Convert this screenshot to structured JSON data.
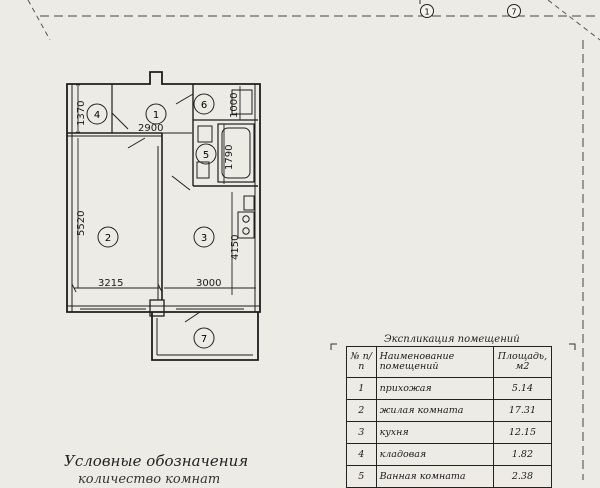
{
  "axes": {
    "axis_1": "1",
    "axis_2": "7"
  },
  "plan": {
    "dimensions": {
      "d1370": "1370",
      "d2900": "2900",
      "d1000": "1000",
      "d1790": "1790",
      "d5520": "5520",
      "d4150": "4150",
      "d3215": "3215",
      "d3000": "3000"
    },
    "room_markers": [
      "1",
      "2",
      "3",
      "4",
      "5",
      "6",
      "7"
    ]
  },
  "explication": {
    "title": "Экспликация помещений",
    "headers": {
      "no": "№ п/п",
      "name": "Наименование помещений",
      "area": "Площадь, м2"
    },
    "rows": [
      {
        "no": "1",
        "name": "прихожая",
        "area": "5.14"
      },
      {
        "no": "2",
        "name": "жилая комната",
        "area": "17.31"
      },
      {
        "no": "3",
        "name": "кухня",
        "area": "12.15"
      },
      {
        "no": "4",
        "name": "кладовая",
        "area": "1.82"
      },
      {
        "no": "5",
        "name": "Ванная комната",
        "area": "2.38"
      }
    ]
  },
  "legend": {
    "title": "Условные обозначения",
    "subtitle": "количество комнат"
  }
}
